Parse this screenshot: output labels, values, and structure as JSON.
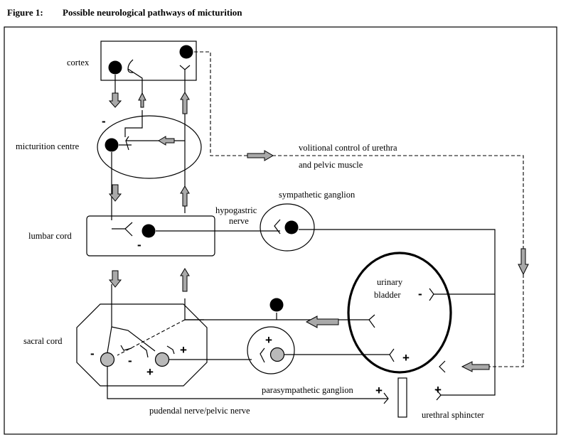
{
  "figure": {
    "number": "Figure 1:",
    "title": "Possible neurological pathways of micturition"
  },
  "labels": {
    "cortex": "cortex",
    "micturition_centre": "micturition centre",
    "lumbar_cord": "lumbar cord",
    "sacral_cord": "sacral cord",
    "volitional_1": "volitional control of urethra",
    "volitional_2": "and pelvic muscle",
    "sympathetic_ganglion": "sympathetic ganglion",
    "hypogastric_1": "hypogastric",
    "hypogastric_2": "nerve",
    "urinary_1": "urinary",
    "urinary_2": "bladder",
    "parasympathetic_ganglion": "parasympathetic ganglion",
    "pudendal": "pudendal nerve/pelvic nerve",
    "urethral_sphincter": "urethral sphincter"
  },
  "signs": {
    "minus": "-",
    "plus": "+"
  }
}
